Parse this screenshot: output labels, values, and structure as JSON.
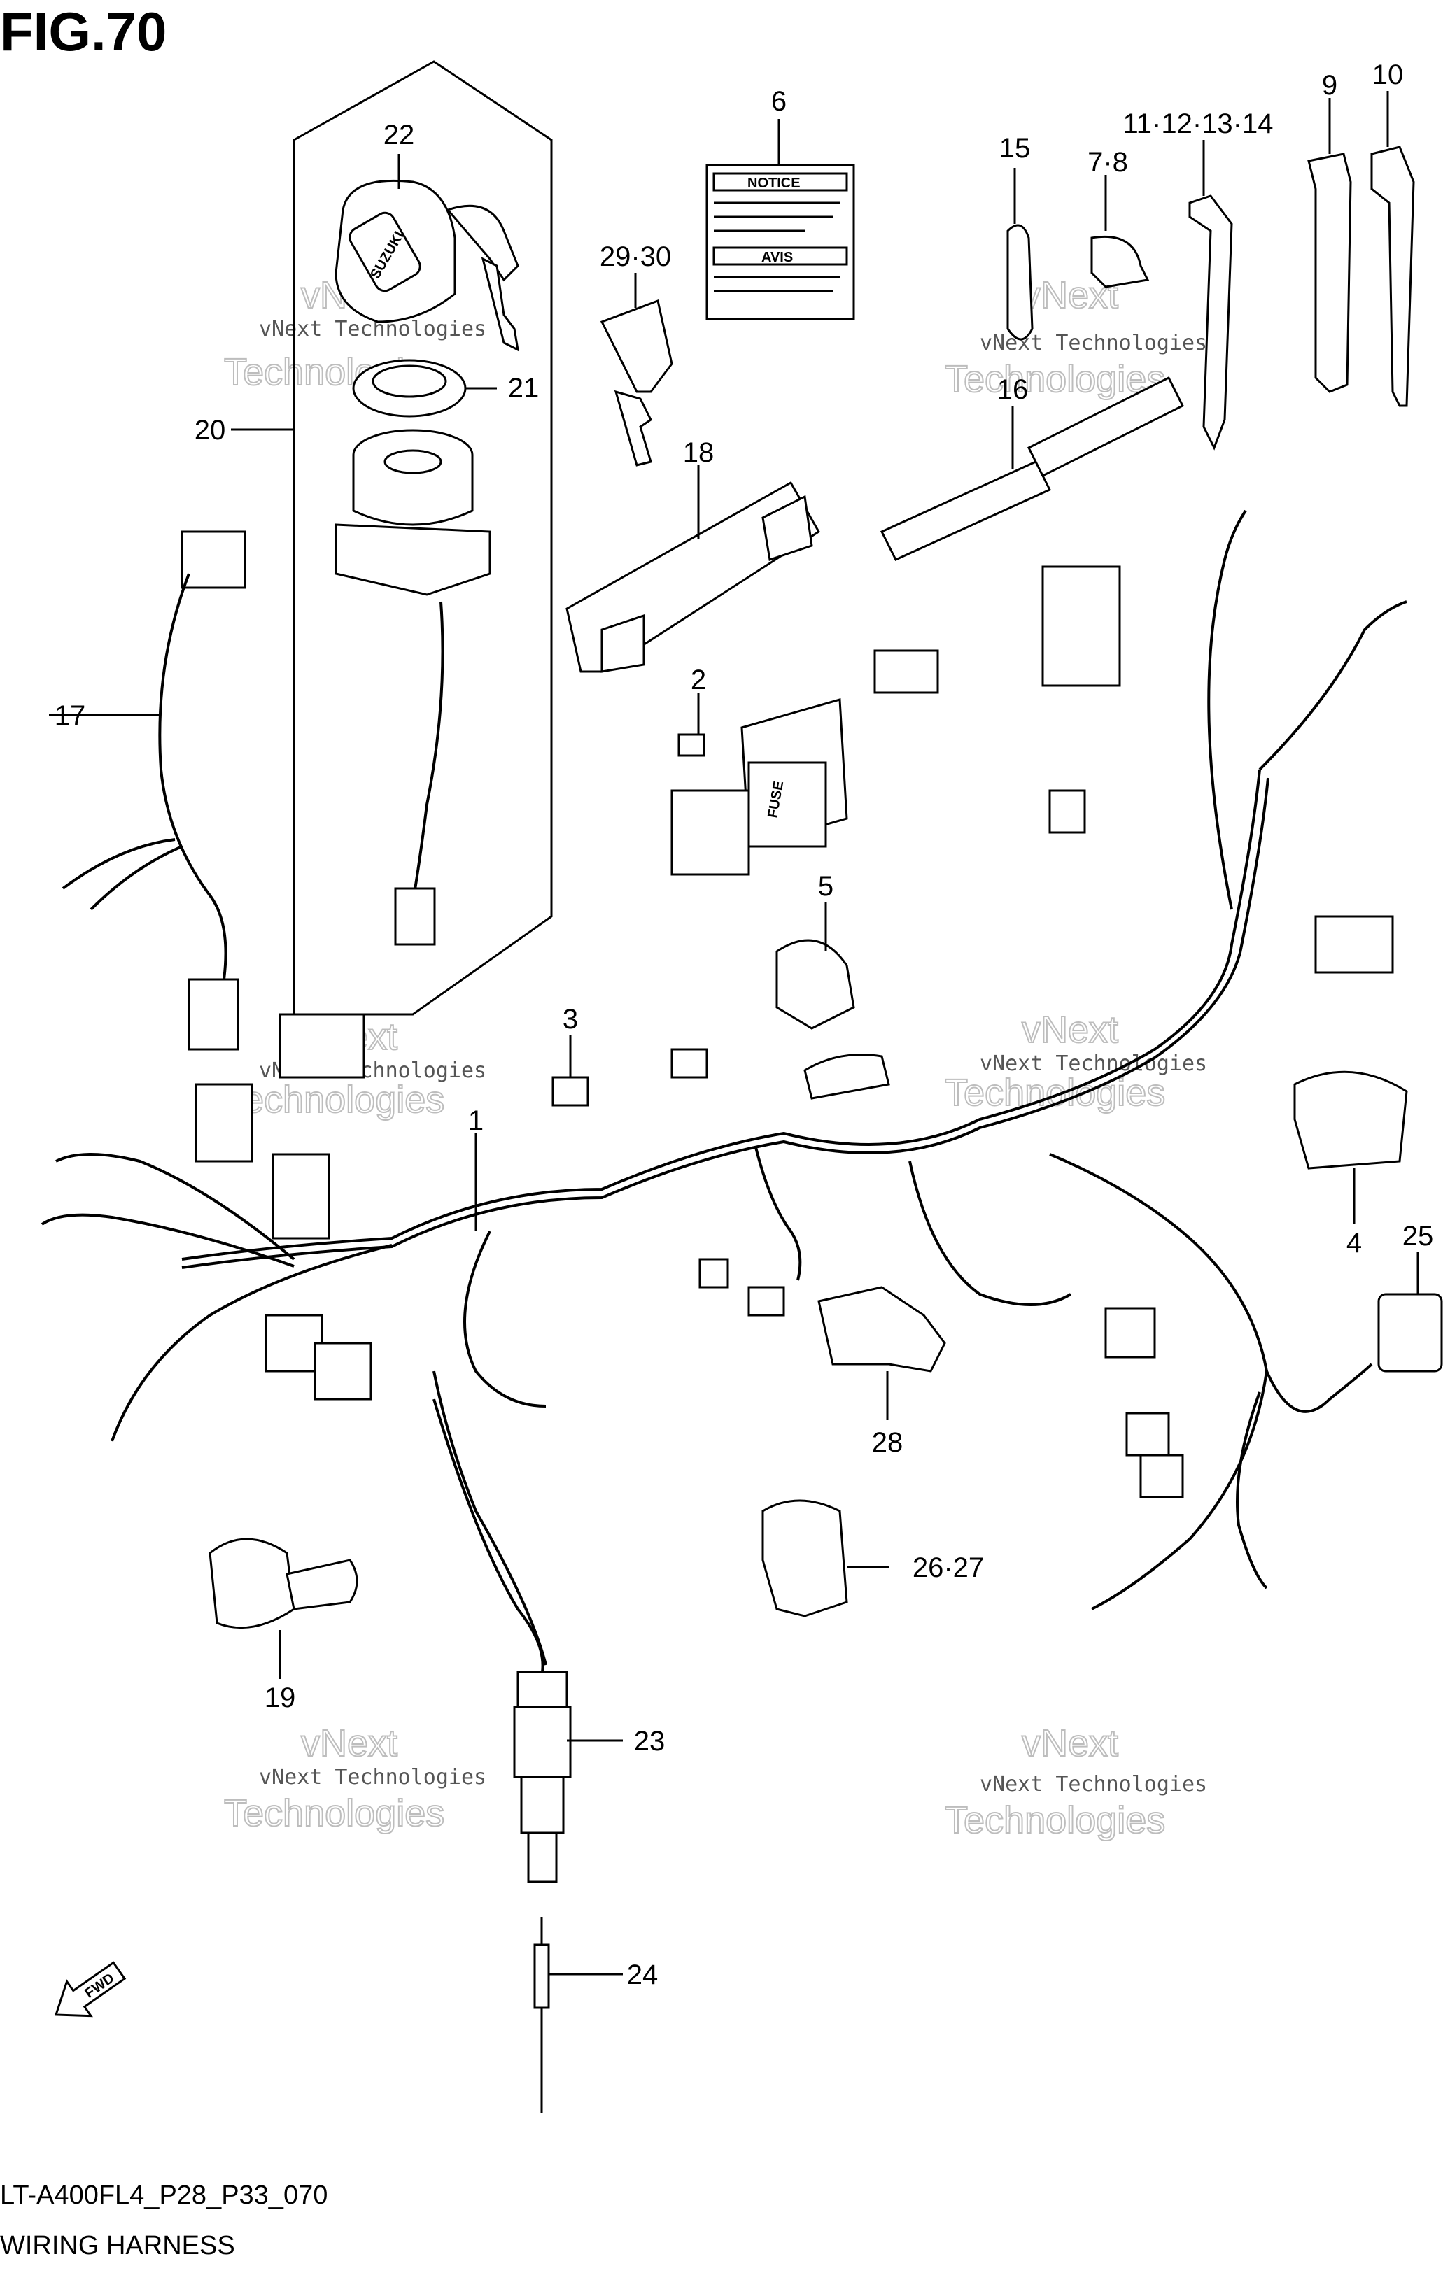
{
  "figure": {
    "title": "FIG.70",
    "code": "LT-A400FL4_P28_P33_070",
    "name": "WIRING HARNESS",
    "fwd_label": "FWD"
  },
  "decals": {
    "notice": "NOTICE",
    "avis": "AVIS",
    "key_brand": "SUZUKI",
    "fuse_label": "FUSE"
  },
  "watermark": {
    "line1": "vNext",
    "line2": "vNext Technologies",
    "line3": "Technologies"
  },
  "callouts": [
    {
      "id": "c1",
      "label": "1"
    },
    {
      "id": "c2",
      "label": "2"
    },
    {
      "id": "c3",
      "label": "3"
    },
    {
      "id": "c4",
      "label": "4"
    },
    {
      "id": "c5",
      "label": "5"
    },
    {
      "id": "c6",
      "label": "6"
    },
    {
      "id": "c7-8",
      "label": "7·8"
    },
    {
      "id": "c9",
      "label": "9"
    },
    {
      "id": "c10",
      "label": "10"
    },
    {
      "id": "c11-14",
      "label": "11·12·13·14"
    },
    {
      "id": "c15",
      "label": "15"
    },
    {
      "id": "c16",
      "label": "16"
    },
    {
      "id": "c17",
      "label": "17"
    },
    {
      "id": "c18",
      "label": "18"
    },
    {
      "id": "c19",
      "label": "19"
    },
    {
      "id": "c20",
      "label": "20"
    },
    {
      "id": "c21",
      "label": "21"
    },
    {
      "id": "c22",
      "label": "22"
    },
    {
      "id": "c23",
      "label": "23"
    },
    {
      "id": "c24",
      "label": "24"
    },
    {
      "id": "c25",
      "label": "25"
    },
    {
      "id": "c26-27",
      "label": "26·27"
    },
    {
      "id": "c28",
      "label": "28"
    },
    {
      "id": "c29-30",
      "label": "29·30"
    }
  ]
}
